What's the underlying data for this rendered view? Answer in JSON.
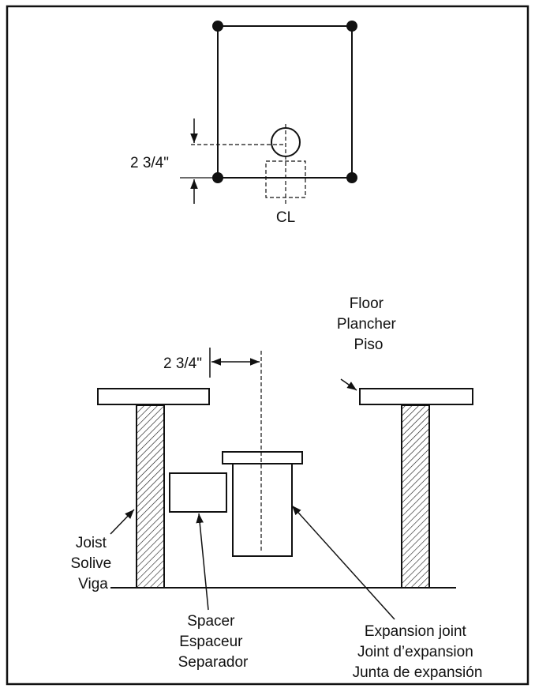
{
  "top_view": {
    "dimension_label": "2 3/4\"",
    "centerline_label": "CL"
  },
  "section_view": {
    "dimension_label": "2 3/4\"",
    "floor_label": [
      "Floor",
      "Plancher",
      "Piso"
    ],
    "joist_label": [
      "Joist",
      "Solive",
      "Viga"
    ],
    "spacer_label": [
      "Spacer",
      "Espaceur",
      "Separador"
    ],
    "expansion_joint_label": [
      "Expansion joint",
      "Joint d’expansion",
      "Junta de expansión"
    ]
  },
  "colors": {
    "line": "#111111",
    "background": "#ffffff"
  }
}
